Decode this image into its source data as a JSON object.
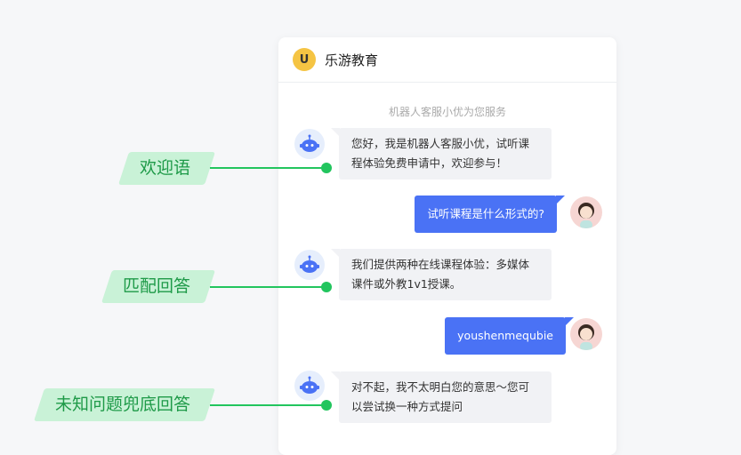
{
  "header": {
    "logo_text": "U",
    "title": "乐游教育"
  },
  "system_notice": "机器人客服小优为您服务",
  "messages": [
    {
      "from": "bot",
      "text": "您好，我是机器人客服小优，试听课程体验免费申请中，欢迎参与！"
    },
    {
      "from": "user",
      "text": "试听课程是什么形式的?"
    },
    {
      "from": "bot",
      "text": "我们提供两种在线课程体验：多媒体课件或外教1v1授课。"
    },
    {
      "from": "user",
      "text": "youshenmequbie"
    },
    {
      "from": "bot",
      "text": "对不起，我不太明白您的意思～您可以尝试换一种方式提问"
    }
  ],
  "annotations": [
    "欢迎语",
    "匹配回答",
    "未知问题兜底回答"
  ],
  "colors": {
    "accent": "#4a72f5",
    "annotation": "#22c55e",
    "logo": "#f5c443"
  }
}
